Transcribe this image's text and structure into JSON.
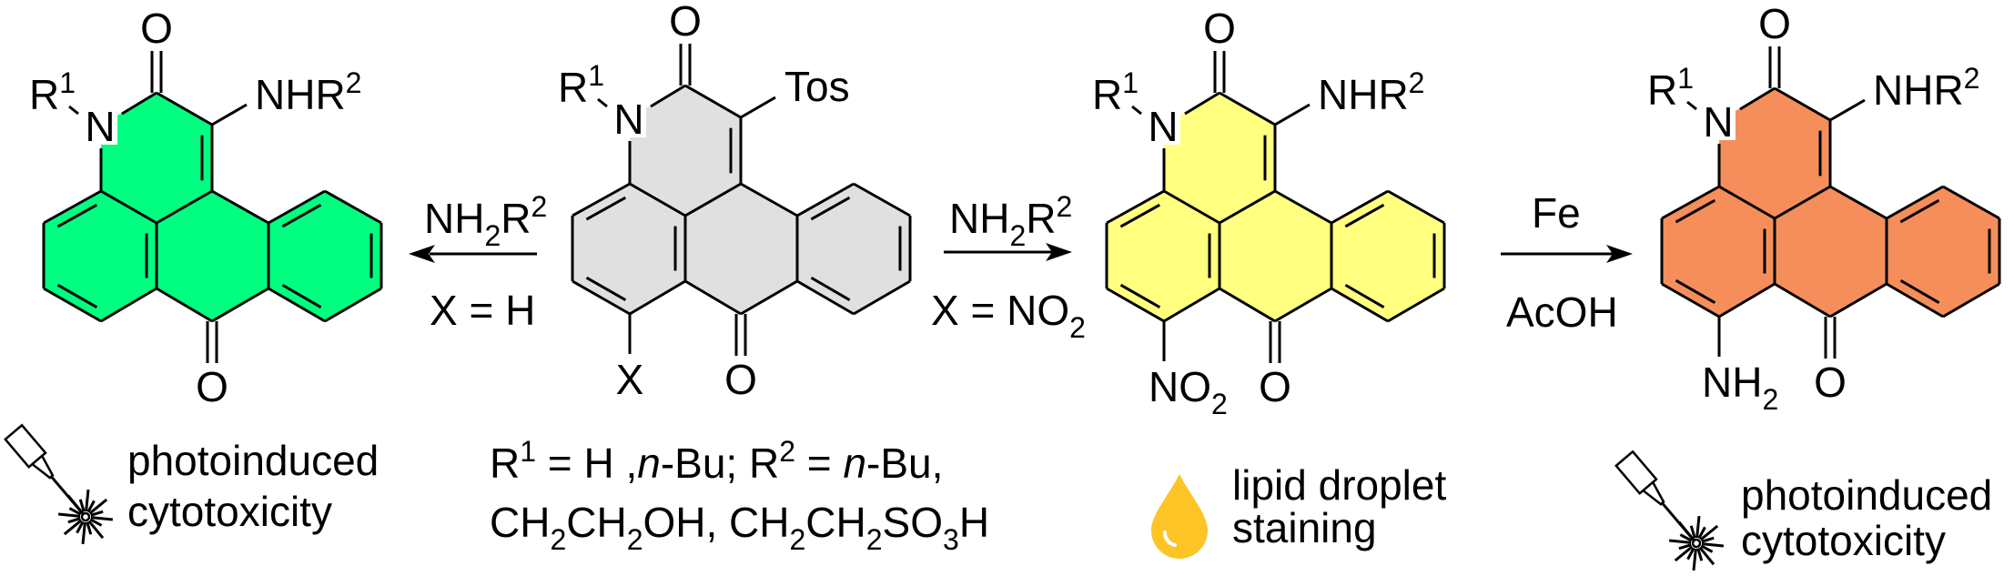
{
  "compounds": [
    {
      "id": "amine-product-h",
      "fill": "#00ff80",
      "top_o": "O",
      "r1": "R",
      "r1_sup": "1",
      "n": "N",
      "c3_sub": "NHR",
      "c3_sub_sup": "2",
      "bottom_o": "O"
    },
    {
      "id": "tosyl-precursor",
      "fill": "#e0e0e0",
      "top_o": "O",
      "r1": "R",
      "r1_sup": "1",
      "n": "N",
      "c3_sub": "Tos",
      "x_sub": "X",
      "bottom_o": "O"
    },
    {
      "id": "nitro-product",
      "fill": "#ffff80",
      "top_o": "O",
      "r1": "R",
      "r1_sup": "1",
      "n": "N",
      "c3_sub": "NHR",
      "c3_sub_sup": "2",
      "x_sub": "NO",
      "x_sub_sub": "2",
      "bottom_o": "O"
    },
    {
      "id": "amino-product",
      "fill": "#f58e5a",
      "top_o": "O",
      "r1": "R",
      "r1_sup": "1",
      "n": "N",
      "c3_sub": "NHR",
      "c3_sub_sup": "2",
      "x_sub": "NH",
      "x_sub_sub": "2",
      "bottom_o": "O"
    }
  ],
  "arrows": {
    "left": {
      "reagent": "NH",
      "reagent_sub": "2",
      "reagent_tail": "R",
      "reagent_sup": "2",
      "condition": "X = H"
    },
    "right": {
      "reagent": "NH",
      "reagent_sub": "2",
      "reagent_tail": "R",
      "reagent_sup": "2",
      "condition": "X = NO",
      "condition_sub": "2"
    },
    "reduction": {
      "reagent": "Fe",
      "condition": "AcOH"
    }
  },
  "substituents": {
    "line1": {
      "r1": "R",
      "r1_sup": "1",
      "t1": " = H ,",
      "n1": "n",
      "t2": "-Bu; R",
      "r2_sup": "2",
      "t3": " = ",
      "n2": "n",
      "t4": "-Bu,"
    },
    "line2": {
      "a": "CH",
      "a_sub": "2",
      "b": "CH",
      "b_sub": "2",
      "c": "OH, CH",
      "c_sub": "2",
      "d": "CH",
      "d_sub": "2",
      "e": "SO",
      "e_sub": "3",
      "f": "H"
    }
  },
  "applications": {
    "left": {
      "line1": "photoinduced",
      "line2": "cytotoxicity",
      "icon": "laser-icon"
    },
    "middle": {
      "line1": "lipid droplet",
      "line2": "staining",
      "icon": "droplet-icon",
      "color": "#fcc425"
    },
    "right": {
      "line1": "photoinduced",
      "line2": "cytotoxicity",
      "icon": "laser-icon"
    }
  }
}
